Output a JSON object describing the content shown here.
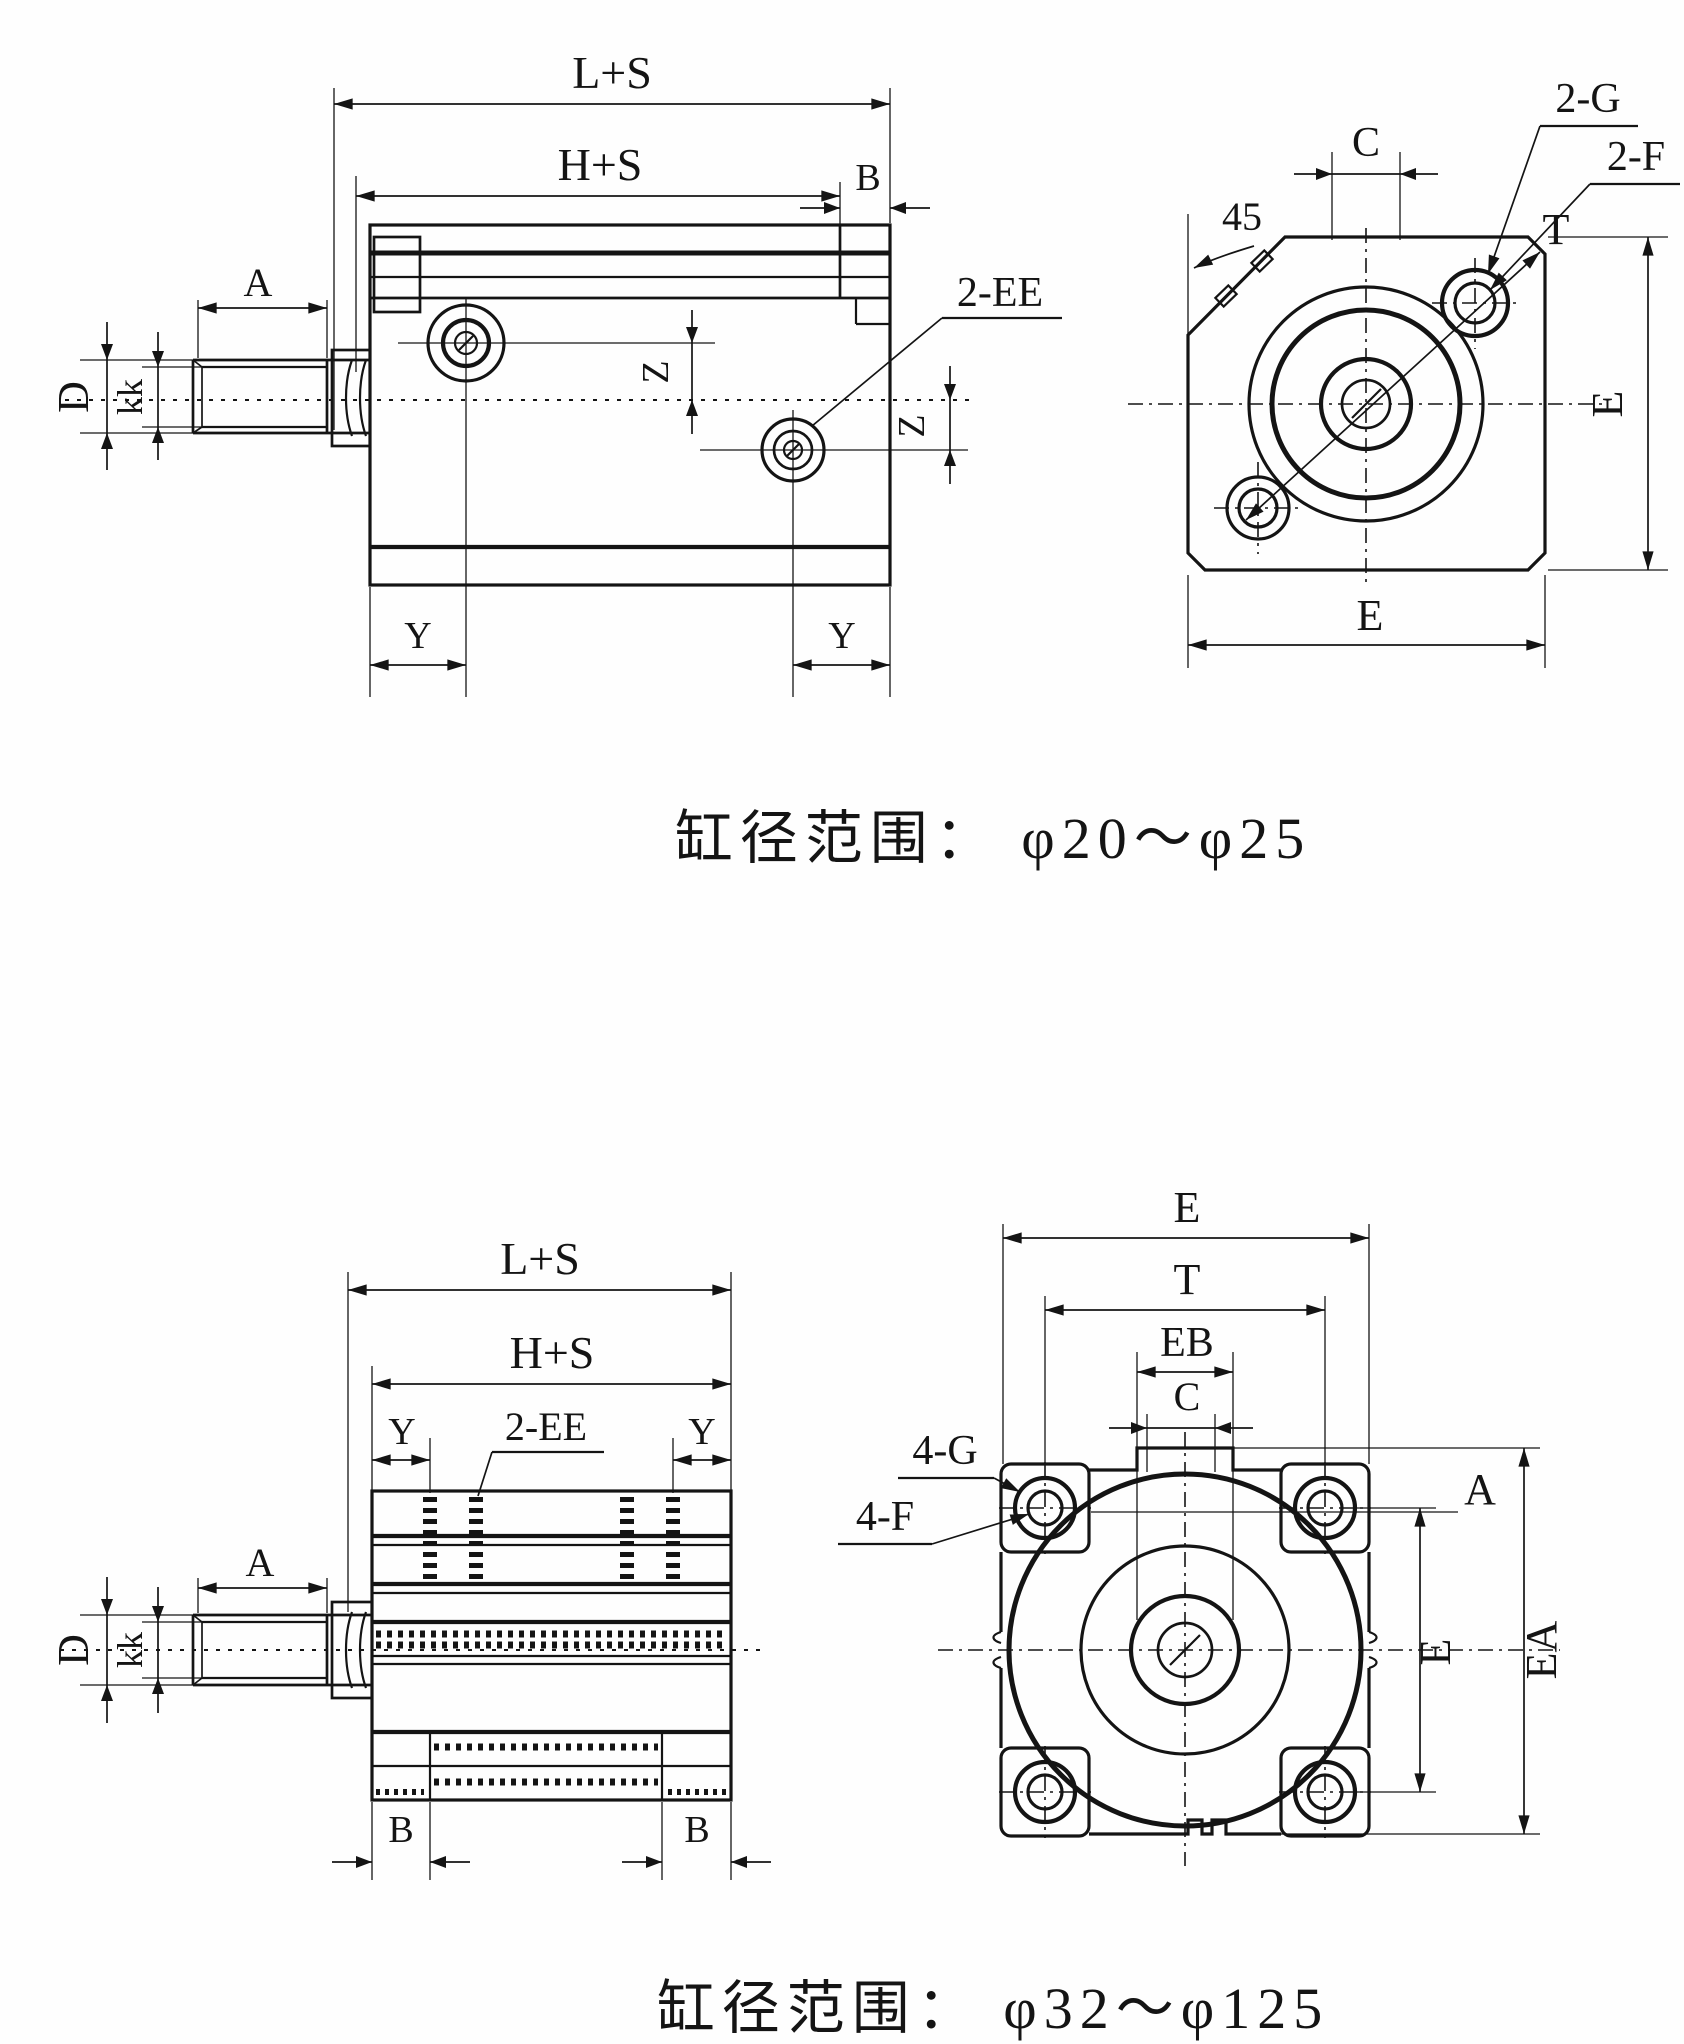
{
  "captions": {
    "top": "缸径范围： φ20～φ25",
    "bottom": "缸径范围： φ32～φ125"
  },
  "top": {
    "side": {
      "ls": "L+S",
      "hs": "H+S",
      "b": "B",
      "a": "A",
      "d": "D",
      "kk": "kk",
      "z_upper": "Z",
      "z_lower": "Z",
      "ee": "2-EE",
      "y_left": "Y",
      "y_right": "Y"
    },
    "end": {
      "chamfer_angle": "45",
      "c": "C",
      "g": "2-G",
      "f": "2-F",
      "t": "T",
      "e_right": "E",
      "e_bottom": "E"
    }
  },
  "bottom": {
    "side": {
      "ls": "L+S",
      "hs": "H+S",
      "y_left": "Y",
      "ee": "2-EE",
      "y_right": "Y",
      "a": "A",
      "d": "D",
      "kk": "kk",
      "b_left": "B",
      "b_right": "B"
    },
    "end": {
      "e_top": "E",
      "t": "T",
      "eb": "EB",
      "c": "C",
      "g": "4-G",
      "f": "4-F",
      "a": "A",
      "e_right": "E",
      "ea": "EA"
    }
  }
}
